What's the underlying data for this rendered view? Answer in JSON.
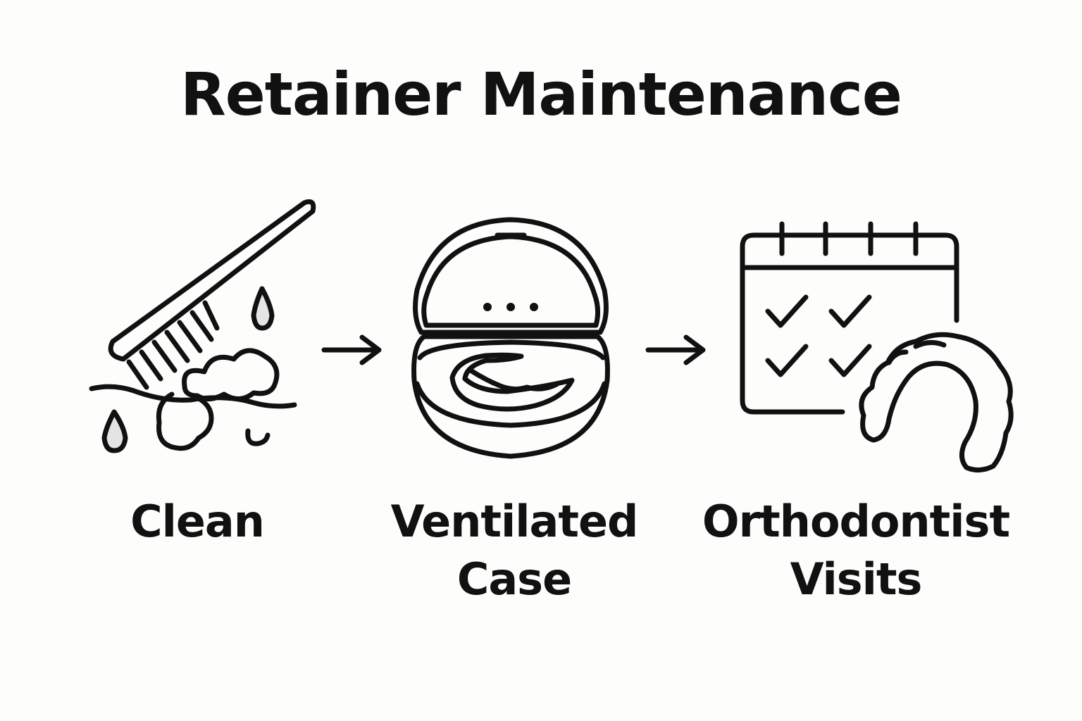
{
  "title": "Retainer Maintenance",
  "steps": [
    {
      "id": "clean",
      "label_lines": [
        "Clean"
      ],
      "icon": "toothbrush-icon"
    },
    {
      "id": "case",
      "label_lines": [
        "Ventilated",
        "Case"
      ],
      "icon": "retainer-case-icon"
    },
    {
      "id": "visits",
      "label_lines": [
        "Orthodontist",
        "Visits"
      ],
      "icon": "calendar-retainer-icon"
    }
  ],
  "connector_icon": "arrow-right-icon",
  "colors": {
    "stroke": "#111111",
    "background": "#fdfdfc",
    "drop_fill": "#e4e4e4"
  }
}
